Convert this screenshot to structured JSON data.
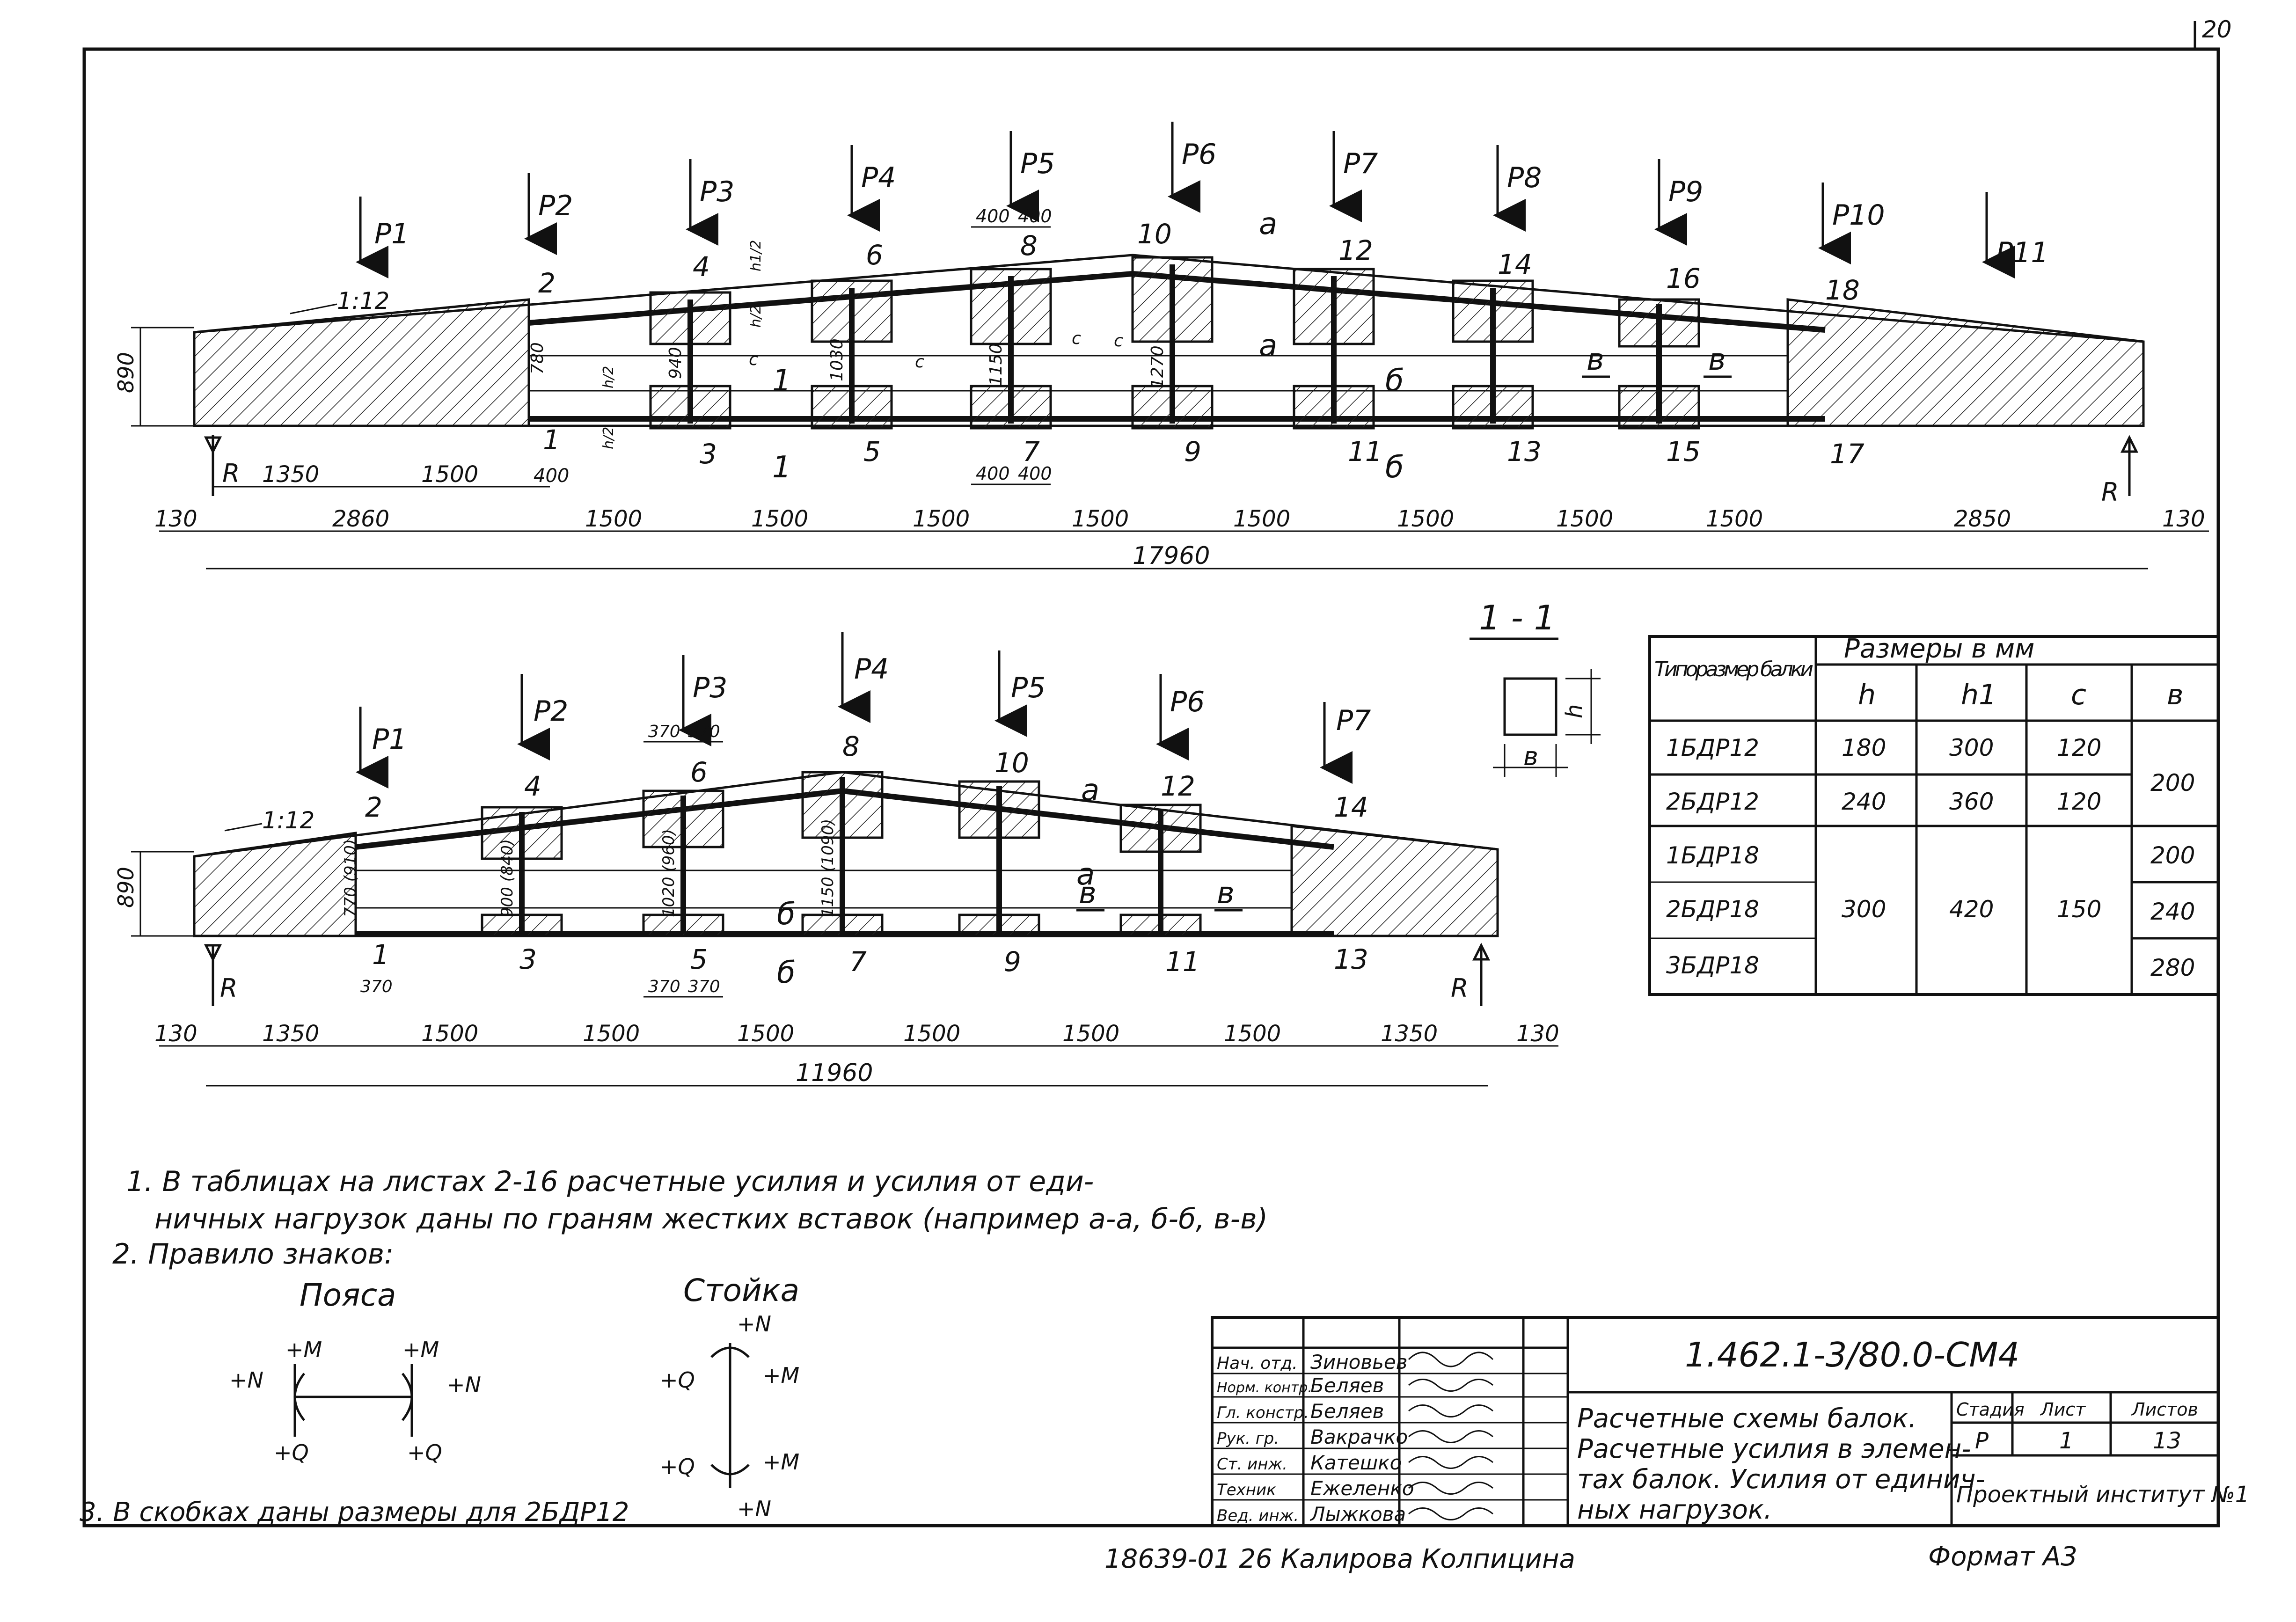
{
  "sheet_corner": "20",
  "beam_top": {
    "loads": [
      "P1",
      "P2",
      "P3",
      "P4",
      "P5",
      "P6",
      "P7",
      "P8",
      "P9",
      "P10",
      "P11"
    ],
    "slope": "1:12",
    "height": "890",
    "nodes_top": [
      "2",
      "4",
      "6",
      "8",
      "10",
      "12",
      "14",
      "16",
      "18"
    ],
    "nodes_bottom": [
      "1",
      "3",
      "5",
      "7",
      "9",
      "11",
      "13",
      "15",
      "17"
    ],
    "inner_dims": [
      "780",
      "940",
      "1030",
      "1150",
      "1270"
    ],
    "top_dims": [
      "400",
      "400"
    ],
    "bottom_dims": [
      "400",
      "400"
    ],
    "small_dims": [
      "1350",
      "1500",
      "400"
    ],
    "dims": [
      "130",
      "2860",
      "1500",
      "1500",
      "1500",
      "1500",
      "1500",
      "1500",
      "1500",
      "1500",
      "2850",
      "130"
    ],
    "total": "17960",
    "section_marks": [
      "а",
      "а",
      "1",
      "1",
      "б",
      "б",
      "в",
      "в"
    ],
    "support": "R",
    "labels_h": [
      "h/2",
      "h/2",
      "h1/2",
      "h/2",
      "c",
      "c",
      "c",
      "c"
    ]
  },
  "beam_bottom": {
    "loads": [
      "P1",
      "P2",
      "P3",
      "P4",
      "P5",
      "P6",
      "P7"
    ],
    "slope": "1:12",
    "height": "890",
    "nodes_top": [
      "2",
      "4",
      "6",
      "8",
      "10",
      "12",
      "14"
    ],
    "nodes_bottom": [
      "1",
      "3",
      "5",
      "7",
      "9",
      "11",
      "13"
    ],
    "inner_dims": [
      "770 (910)",
      "900 (840)",
      "1020 (960)",
      "1150 (1090)"
    ],
    "top_dims": [
      "370",
      "370"
    ],
    "bottom_dims": [
      "370",
      "370",
      "370"
    ],
    "dims": [
      "130",
      "1350",
      "1500",
      "1500",
      "1500",
      "1500",
      "1500",
      "1500",
      "1350",
      "130"
    ],
    "total": "11960",
    "section_marks": [
      "а",
      "а",
      "б",
      "б",
      "в",
      "в"
    ],
    "support": "R"
  },
  "section": {
    "title": "1 - 1",
    "h": "h",
    "b": "в"
  },
  "table": {
    "header_type": "Типоразмер балки",
    "header_dims": "Размеры в мм",
    "cols": [
      "h",
      "h1",
      "c",
      "в"
    ],
    "rows": [
      {
        "name": "1БДР12",
        "h": "180",
        "h1": "300",
        "c": "120"
      },
      {
        "name": "2БДР12",
        "h": "240",
        "h1": "360",
        "c": "120"
      },
      {
        "name": "1БДР18",
        "h": "",
        "h1": "",
        "c": ""
      },
      {
        "name": "2БДР18",
        "h": "300",
        "h1": "420",
        "c": "150"
      },
      {
        "name": "3БДР18",
        "h": "",
        "h1": "",
        "c": ""
      }
    ],
    "b_values": [
      "200",
      "200",
      "240",
      "280"
    ]
  },
  "notes": {
    "n1a": "1. В таблицах на листах 2-16 расчетные усилия и усилия от еди-",
    "n1b": "ничных нагрузок даны по граням жестких вставок (например а-а, б-б, в-в)",
    "n2": "2. Правило знаков:",
    "poyasa": "Пояса",
    "stoika": "Стойка",
    "n3": "3. В скобках даны размеры для 2БДР12",
    "sign_labels": [
      "+M",
      "+M",
      "+N",
      "+N",
      "+Q",
      "+Q",
      "+N",
      "+Q",
      "+M",
      "+Q",
      "+M",
      "+N"
    ]
  },
  "title_block": {
    "code": "1.462.1-3/80.0-СМ4",
    "desc1": "Расчетные схемы балок.",
    "desc2": "Расчетные усилия в элемен-",
    "desc3": "тах балок. Усилия от единич-",
    "desc4": "ных нагрузок.",
    "stage_label": "Стадия",
    "sheet_label": "Лист",
    "sheets_label": "Листов",
    "stage": "Р",
    "sheet": "1",
    "sheets": "13",
    "org": "Проектный институт №1",
    "roles": [
      "Нач. отд.",
      "Норм. контр.",
      "Гл. констр.",
      "Рук. гр.",
      "Ст. инж.",
      "Техник",
      "Вед. инж."
    ],
    "names": [
      "Зиновьев",
      "Беляев",
      "Беляев",
      "Вакрачко",
      "Катешко",
      "Ежеленко",
      "Лыжкова"
    ],
    "footer_left": "18639-01 26 Калирова Колпицина",
    "format": "Формат А3"
  }
}
